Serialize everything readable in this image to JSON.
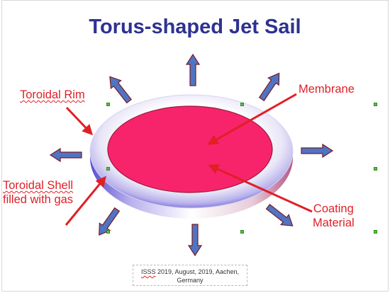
{
  "title": "Torus-shaped Jet Sail",
  "labels": {
    "toroidal_rim": "Toroidal Rim",
    "toroidal_shell_line1": "Toroidal Shell",
    "toroidal_shell_line2": "filled with gas",
    "membrane": "Membrane",
    "coating_line1": "Coating",
    "coating_line2": "Material"
  },
  "footer": {
    "line1_prefix": "ISSS",
    "line1_rest": " 2019, August, 2019,  Aachen,",
    "line2": "Germany"
  },
  "colors": {
    "title": "#2e3192",
    "label_text": "#e01f26",
    "pointer_arrow": "#e01f26",
    "membrane_fill": "#f7246b",
    "outflow_arrow_fill": "#4f74c4",
    "outflow_arrow_stroke": "#7a1a22"
  }
}
